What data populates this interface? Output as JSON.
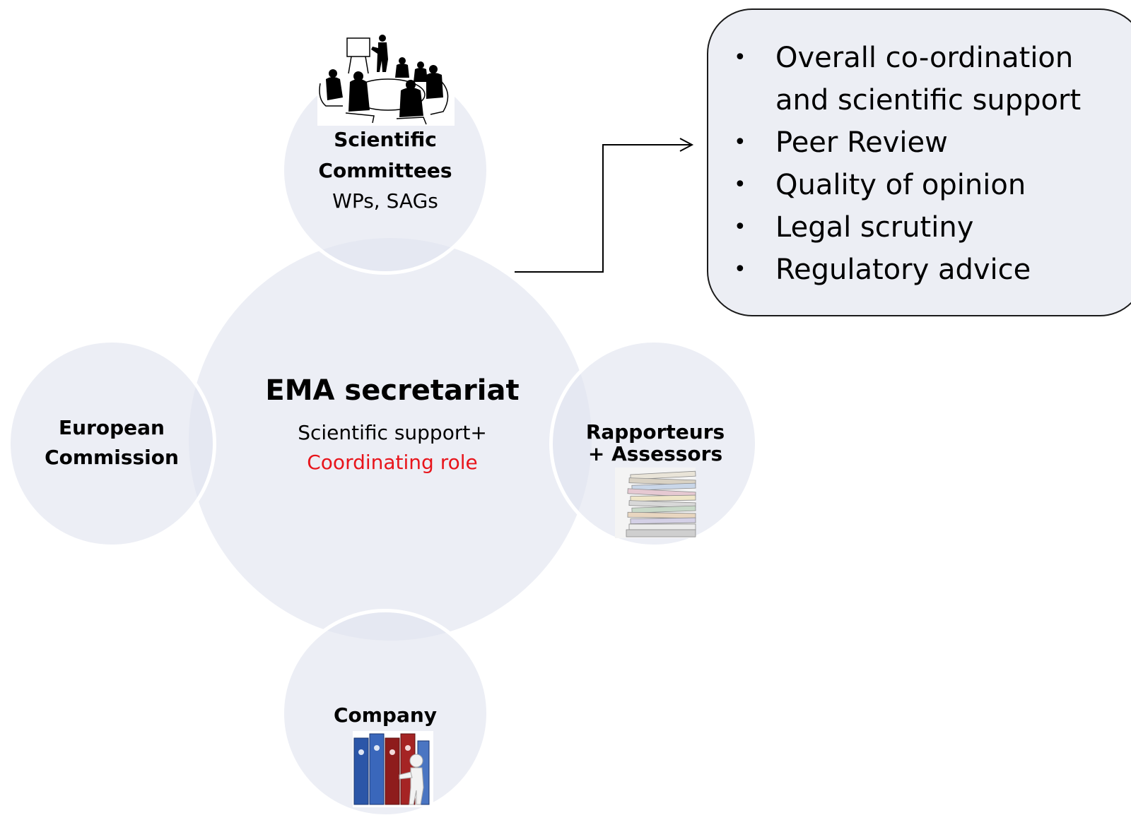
{
  "center": {
    "title": "EMA secretariat",
    "subtitle": "Scientific support+",
    "role": "Coordinating role"
  },
  "top": {
    "line1": "Scientific",
    "line2": "Committees",
    "line3": "WPs, SAGs"
  },
  "left": {
    "line1": "European",
    "line2": "Commission"
  },
  "right": {
    "line1": "Rapporteurs",
    "line2": "+ Assessors"
  },
  "bottom": {
    "line1": "Company"
  },
  "info_box": {
    "items": [
      "Overall co-ordination and scientific support",
      "Peer Review",
      "Quality of opinion",
      "Legal scrutiny",
      "Regulatory advice"
    ]
  },
  "colors": {
    "circle_fill": "#e2e5f0",
    "role_text": "#e8141b",
    "box_fill": "#eceef4"
  },
  "icons": {
    "top": "meeting-silhouettes-icon",
    "right": "paper-stack-icon",
    "bottom": "binders-figure-icon"
  }
}
